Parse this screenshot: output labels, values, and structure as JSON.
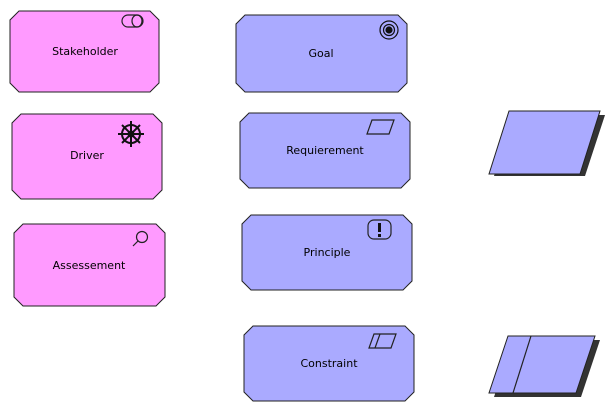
{
  "colors": {
    "motivation_actor": "#ff9aff",
    "motivation_intent": "#aaaaff",
    "stroke": "#222222",
    "background": "#ffffff"
  },
  "elements": {
    "stakeholder": {
      "label": "Stakeholder",
      "icon": "stakeholder-cylinder-icon"
    },
    "driver": {
      "label": "Driver",
      "icon": "ship-wheel-icon"
    },
    "assessment": {
      "label": "Assessement",
      "icon": "magnifier-icon"
    },
    "goal": {
      "label": "Goal",
      "icon": "target-icon"
    },
    "requirement": {
      "label": "Requierement",
      "icon": "parallelogram-icon"
    },
    "principle": {
      "label": "Principle",
      "icon": "exclamation-icon"
    },
    "constraint": {
      "label": "Constraint",
      "icon": "double-parallelogram-icon"
    }
  },
  "legend_shapes": [
    {
      "name": "requirement-shape"
    },
    {
      "name": "constraint-shape"
    }
  ]
}
